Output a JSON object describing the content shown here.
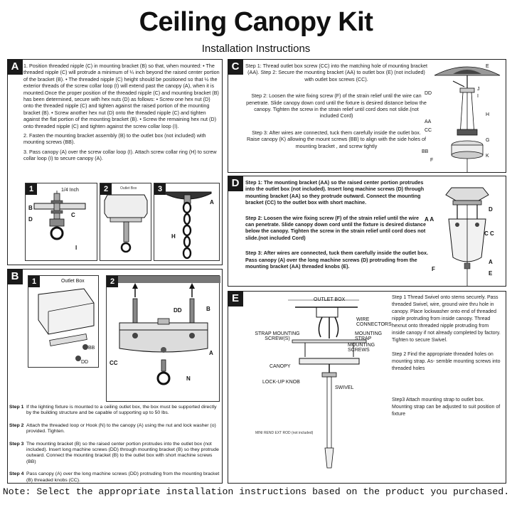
{
  "header": {
    "title": "Ceiling Canopy Kit",
    "subtitle": "Installation Instructions"
  },
  "panel_a": {
    "letter": "A",
    "paragraph_1": "1.  Position threaded nipple (C) in mounting bracket (B) so that, when mounted: • The threaded nipple (C) will protrude a minimum of ¼ inch beyond the raised center portion of the bracket (B). • The threaded nipple (C) height should be positioned so that ½ the exterior threads of the screw collar loop (I) will extend past the canopy (A), when it is mounted.Once the proper position of the threaded nipple (C) and mounting bracket (B) has been determined, secure with hex nuts (D) as follows: • Screw one hex nut (D) onto the threaded nipple (C) and tighten against the raised portion of the mounting bracket (B). • Screw another hex nut (D) onto the threaded nipple (C) and tighten against the flat portion of the mounting bracket (B). • Screw the remaining hex nut (D) onto threaded nipple (C) and tighten against the screw collar loop (I).",
    "paragraph_2": "2.  Fasten the mounting bracket assembly (B) to the outlet box (not included) with mounting screws (BB).",
    "paragraph_3": "3.  Pass canopy (A) over the screw collar loop (I). Attach screw collar ring (H) to screw collar loop (I) to secure canopy (A).",
    "fig1_num": "1",
    "fig1_measure": "1/4 Inch",
    "fig2_num": "2",
    "fig2_label": "Outlet Box",
    "fig3_num": "3",
    "labels": {
      "b": "B",
      "d": "D",
      "c": "C",
      "i": "I",
      "a": "A",
      "h": "H"
    }
  },
  "panel_b": {
    "letter": "B",
    "fig1_num": "1",
    "fig1_label": "Outlet Box",
    "fig2_num": "2",
    "labels": {
      "bb": "BB",
      "dd": "DD",
      "b": "B",
      "a": "A",
      "cc": "CC",
      "n": "N"
    },
    "steps": [
      {
        "num": "Step 1",
        "text": "If the lighting fixture is mounted to a ceiling outlet box, the box must be supported directly by the building structure and be capable of supporting up to 50 lbs."
      },
      {
        "num": "Step 2",
        "text": "Attach the threaded loop or Hook (N) to the canopy (A) using the nut and lock washer (o) provided.  Tighten."
      },
      {
        "num": "Step 3",
        "text": "The mounting bracket (B) so the raised center portion protrudes into the outlet box (not included). Insert long machine screws (DD) through mounting bracket (B) so they protrude outward. Connect the mounting bracket (B) to the outlet box with short machine screws (BB)"
      },
      {
        "num": "Step 4",
        "text": "Pass canopy (A) over the long machine screws (DD) protruding from the mounting bracket (B)  threaded knobs (CC)."
      }
    ]
  },
  "panel_c": {
    "letter": "C",
    "step_1": "Step 1: Thread outlet box screw (CC) into the matching hole of mounting bracket (AA). Step 2: Secure the mounting bracket (AA) to outlet box (E) (not included) with outlet box screws (CC).",
    "step_2": "Step 2: Loosen the wire fixing screw (F) of the strain relief until the wire can penetrate. Slide canopy down cord until the fixture is desired distance below the canopy. Tighten the screw in the strain relief until cord does not slide.(not included Cord)",
    "step_3": "Step 3: After wires are connected, tuck them carefully inside the outlet box. Raise canopy (K) allowing the mount screws (BB) to align with the side holes of mounting bracket , and screw tightly",
    "labels": {
      "e": "E",
      "dd": "DD",
      "j": "J",
      "i": "I",
      "h": "H",
      "aa": "AA",
      "cc": "CC",
      "g": "G",
      "bb": "BB",
      "k": "K",
      "f": "F"
    }
  },
  "panel_d": {
    "letter": "D",
    "step_1": "Step 1: The mounting bracket (AA) so the raised center portion protrudes into the outlet box (not included). Insert long machine screws (D) through mounting bracket (AA) so they protrude outward. Connect the mounting bracket (CC) to the outlet box with short machine.",
    "step_2": "Step 2: Loosen the wire fixing screw (F) of the strain relief until the wire can penetrate. Slide canopy down cord until the fixture is desired distance below the canopy. Tighten the screw in the strain relief until cord does not slide.(not included Cord)",
    "step_3": "Step 3: After wires are connected, tuck them carefully inside the outlet box. Pass canopy (A) over the long machine screws (D) protruding from the mounting bracket (AA)  threaded knobs (E).",
    "labels": {
      "aa": "A A",
      "d": "D",
      "cc": "C C",
      "f": "F",
      "a": "A",
      "e": "E"
    }
  },
  "panel_e": {
    "letter": "E",
    "labels": {
      "outlet_box": "OUTLET BOX",
      "wire_connectors": "WIRE CONNECTORS",
      "strap_screws": "STRAP MOUNTING SCREW(S)",
      "mounting_strap": "MOUNTING STRAP",
      "mounting_screws": "MOUNTING SCREWS",
      "canopy": "CANOPY",
      "lockup_knob": "LOCK-UP KNOB",
      "swivel": "SWIVEL",
      "rod": "MINI REND EXT ROD (not included)"
    },
    "step_1": "Step 1 Thread Swivel onto stems securely. Pass threaded Swivel, wire, ground wire thru hole in canopy. Place lockwasher onto end of threaded nipple protruding from inside canopy. Thread hexnut onto threaded nipple protruding from inside canopy if not already completed by factory. Tighten to secure Swivel.",
    "step_2": "Step 2 Find the appropriate threaded holes on mounting strap. As- semble mounting screws into threaded holes",
    "step_3": "Step3 Attach mounting strap to outlet box. Mounting strap can be adjusted to suit position of fixture"
  },
  "footer": {
    "note": "Note: Select the appropriate installation instructions based on the product you purchased."
  }
}
